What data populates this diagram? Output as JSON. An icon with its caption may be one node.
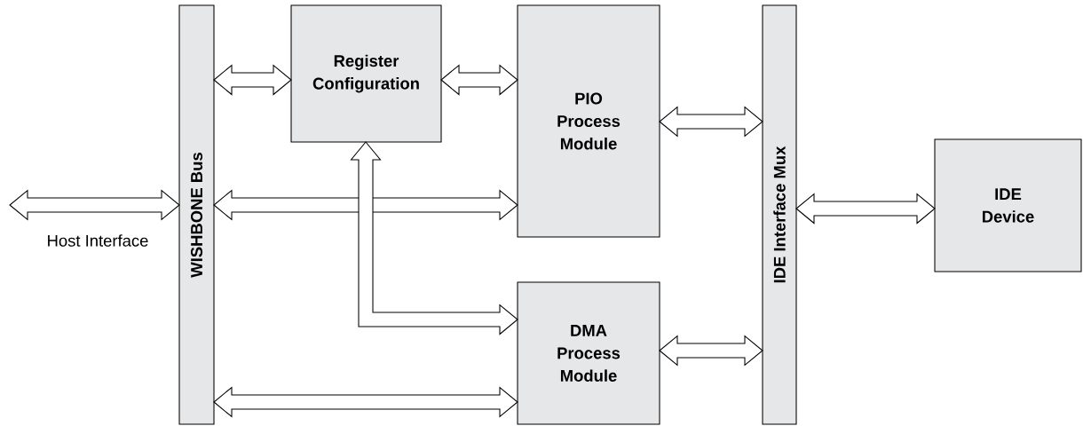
{
  "diagram": {
    "nodes": [
      {
        "text": [
          "WISHBONE Bus"
        ]
      },
      {
        "text": [
          "Register Configuration"
        ]
      },
      {
        "text": [
          "PIO Process Module"
        ]
      },
      {
        "text": [
          "DMA Process Module"
        ]
      },
      {
        "text": [
          "IDE Interface Mux"
        ]
      },
      {
        "text": [
          "IDE Device"
        ]
      }
    ],
    "edges": [
      {
        "from": null,
        "to": 0,
        "arrow": "both"
      },
      {
        "from": 0,
        "to": 1,
        "arrow": "both"
      },
      {
        "from": 1,
        "to": 2,
        "arrow": "both"
      },
      {
        "from": 0,
        "to": 2,
        "arrow": "both"
      },
      {
        "from": 1,
        "to": 3,
        "arrow": "both"
      },
      {
        "from": 0,
        "to": 3,
        "arrow": "both"
      },
      {
        "from": 2,
        "to": 4,
        "arrow": "both"
      },
      {
        "from": 3,
        "to": 4,
        "arrow": "both"
      },
      {
        "from": 4,
        "to": 5,
        "arrow": "both"
      }
    ],
    "labels": [
      "Host Interface"
    ]
  }
}
